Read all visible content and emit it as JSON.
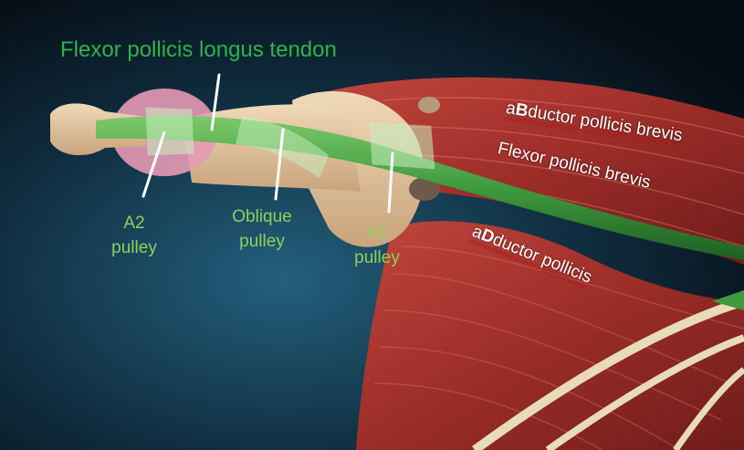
{
  "labels": {
    "tendon": "Flexor pollicis longus tendon",
    "a2_line1": "A2",
    "a2_line2": "pulley",
    "oblique_line1": "Oblique",
    "oblique_line2": "pulley",
    "a1_line1": "A1",
    "a1_line2": "pulley",
    "abductor_prefix": "a",
    "abductor_letter": "B",
    "abductor_rest": "ductor pollicis brevis",
    "flexor_brevis": "Flexor pollicis brevis",
    "adductor_prefix": "a",
    "adductor_letter": "D",
    "adductor_rest": "ductor pollicis"
  },
  "colors": {
    "background_center": "#1f5470",
    "background_edge": "#060d14",
    "tendon_label": "#2fb34a",
    "pulley_label": "#8fd05a",
    "muscle_label": "#ffffff",
    "muscle": "#a2322c",
    "tendon": "#3f9a3c",
    "bone": "#e2c7a4"
  }
}
